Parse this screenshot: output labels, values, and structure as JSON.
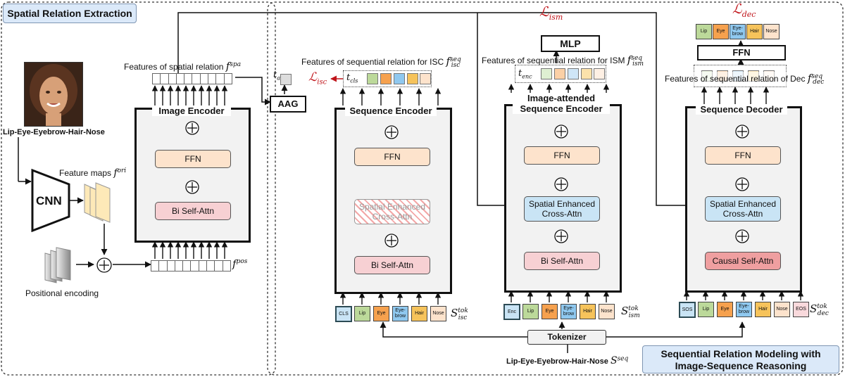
{
  "panels": {
    "left_title": "Spatial Relation Extraction",
    "right_title_line1": "Sequential Relation Modeling with",
    "right_title_line2": "Image-Sequence Reasoning"
  },
  "spatial": {
    "caption": "Lip-Eye-Eyebrow-Hair-Nose",
    "cnn_label": "CNN",
    "feature_maps_label": "Feature maps",
    "feature_maps_sup": "ori",
    "positional_label": "Positional encoding",
    "fpos_sup": "pos",
    "features_spatial_label": "Features of spatial relation",
    "fspa_sup": "spa",
    "image_encoder_title": "Image Encoder",
    "ffn": "FFN",
    "bi_self_attn": "Bi Self-Attn",
    "aag": "AAG",
    "tagg_sub": "agg"
  },
  "isc": {
    "features_label": "Features of sequential relation for ISC",
    "f_sup": "seq",
    "f_sub": "isc",
    "loss_sub": "isc",
    "tcls_sub": "cls",
    "encoder_title": "Sequence Encoder",
    "ffn": "FFN",
    "spatial_cross_line1": "Spatial Enhanced",
    "spatial_cross_line2": "Cross-Attn",
    "bi_self_attn": "Bi Self-Attn",
    "s_sup": "tok",
    "s_sub": "isc",
    "tokens": [
      {
        "label": "CLS",
        "kind": "special"
      },
      {
        "label": "Lip",
        "kind": "lip"
      },
      {
        "label": "Eye",
        "kind": "eye"
      },
      {
        "label": "Eye-brow",
        "kind": "brow"
      },
      {
        "label": "Hair",
        "kind": "hair"
      },
      {
        "label": "Nose",
        "kind": "nose"
      }
    ]
  },
  "ism": {
    "loss_sub": "ism",
    "mlp": "MLP",
    "features_label": "Features of sequential relation for ISM",
    "f_sup": "seq",
    "f_sub": "ism",
    "tenc_sub": "enc",
    "encoder_title_line1": "Image-attended",
    "encoder_title_line2": "Sequence Encoder",
    "ffn": "FFN",
    "cross_line1": "Spatial Enhanced",
    "cross_line2": "Cross-Attn",
    "bi_self_attn": "Bi Self-Attn",
    "s_sup": "tok",
    "s_sub": "ism",
    "tokens": [
      {
        "label": "Enc",
        "kind": "special"
      },
      {
        "label": "Lip",
        "kind": "lip"
      },
      {
        "label": "Eye",
        "kind": "eye"
      },
      {
        "label": "Eye-brow",
        "kind": "brow"
      },
      {
        "label": "Hair",
        "kind": "hair"
      },
      {
        "label": "Nose",
        "kind": "nose"
      }
    ],
    "tokenizer": "Tokenizer",
    "input_text": "Lip-Eye-Eyebrow-Hair-Nose",
    "sseq_sup": "seq"
  },
  "dec": {
    "loss_sub": "dec",
    "out_tokens": [
      {
        "label": "Lip",
        "kind": "lip"
      },
      {
        "label": "Eye",
        "kind": "eye"
      },
      {
        "label": "Eye-brow",
        "kind": "brow"
      },
      {
        "label": "Hair",
        "kind": "hair"
      },
      {
        "label": "Nose",
        "kind": "nose"
      }
    ],
    "ffn_top": "FFN",
    "features_label_a": "Features of",
    "features_label_b": "sequential relation",
    "features_label_c": "of Dec",
    "f_sup": "seq",
    "f_sub": "dec",
    "decoder_title": "Sequence Decoder",
    "ffn": "FFN",
    "cross_line1": "Spatial Enhanced",
    "cross_line2": "Cross-Attn",
    "causal": "Causal Self-Attn",
    "s_sup": "tok",
    "s_sub": "dec",
    "tokens": [
      {
        "label": "SOS",
        "kind": "special"
      },
      {
        "label": "Lip",
        "kind": "lip"
      },
      {
        "label": "Eye",
        "kind": "eye"
      },
      {
        "label": "Eye-brow",
        "kind": "brow"
      },
      {
        "label": "Hair",
        "kind": "hair"
      },
      {
        "label": "Nose",
        "kind": "nose"
      },
      {
        "label": "EOS",
        "kind": "eos"
      }
    ]
  },
  "symbols": {
    "f": "f",
    "t": "t",
    "S": "S",
    "L": "ℒ"
  },
  "colors": {
    "loss_red": "#c0151b",
    "panel_blue": "#dbe9f9",
    "ffn_peach": "#fde3cc",
    "attn_pink": "#f7d0d3",
    "cross_blue": "#c9e4f5",
    "causal_red": "#ef9fa0"
  }
}
